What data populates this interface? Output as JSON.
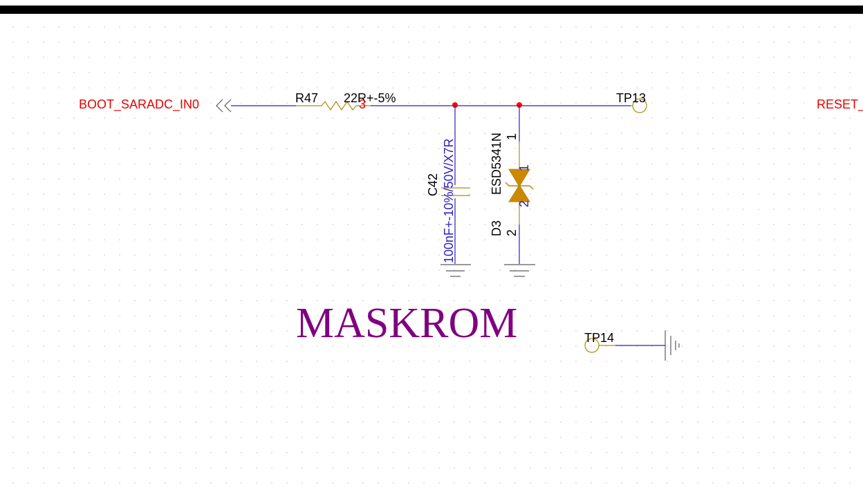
{
  "nets": {
    "boot_saradc": "BOOT_SARADC_IN0",
    "reset": "RESET_"
  },
  "resistor": {
    "ref": "R47",
    "value": "22R+-5%",
    "pin": "3"
  },
  "capacitor": {
    "ref": "C42",
    "value": "100nF+-10%/50V/X7R"
  },
  "diode": {
    "ref": "D3",
    "part": "ESD5341N",
    "pin1": "1",
    "pin2": "2"
  },
  "testpoints": {
    "tp13": "TP13",
    "tp14": "TP14"
  },
  "block_title": "MASKROM",
  "colors": {
    "wire": "#2a1ec8",
    "net_label": "#e80000",
    "component": "#b8860b",
    "junction": "#ff0000",
    "title": "#800080",
    "diode_fill": "#cc8800"
  }
}
